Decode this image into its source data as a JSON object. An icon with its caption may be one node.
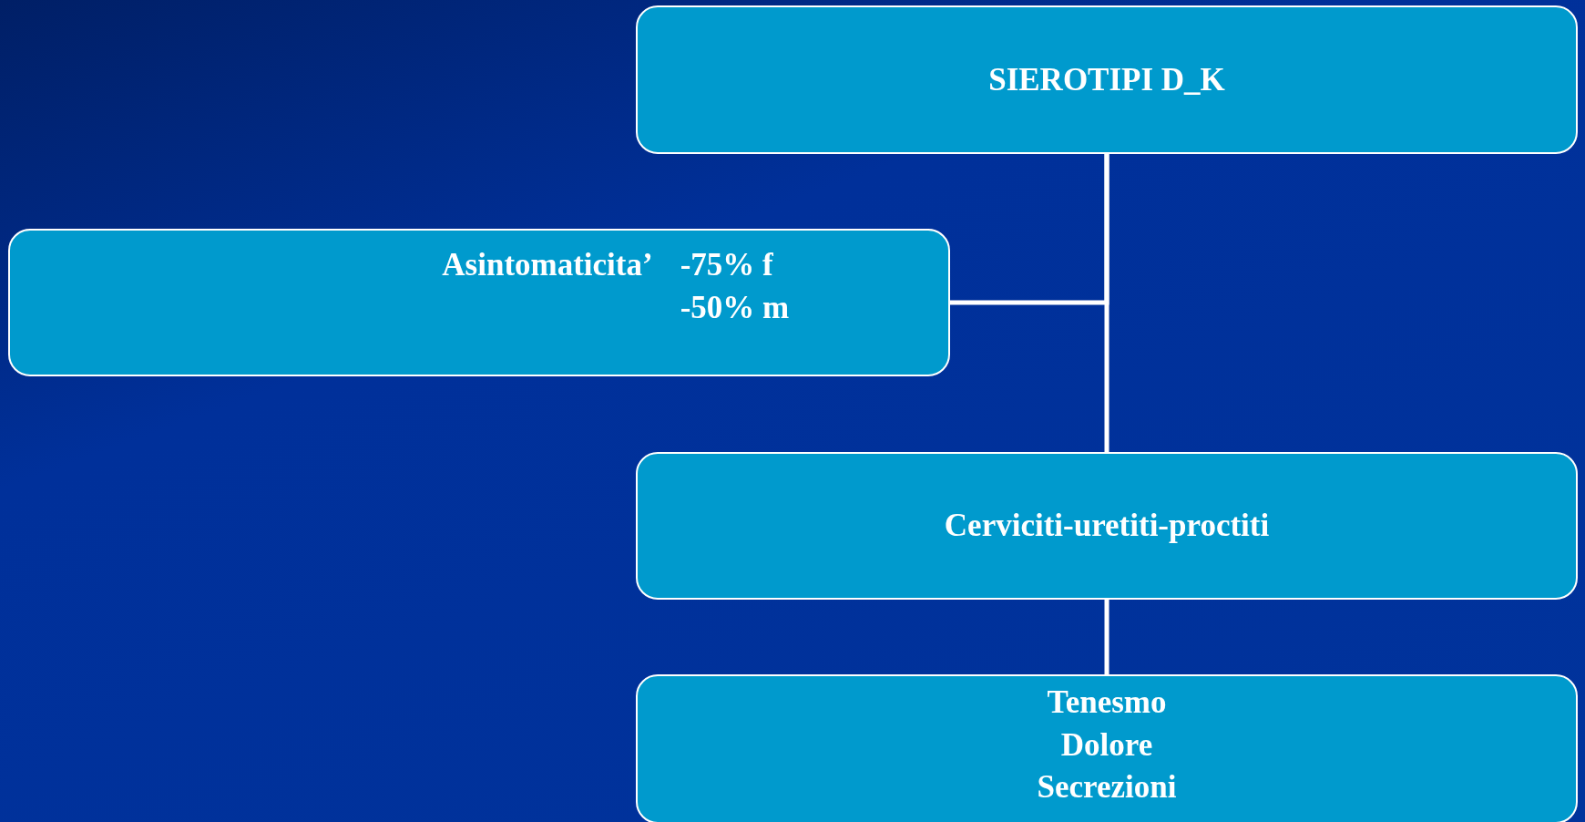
{
  "diagram": {
    "nodes": [
      {
        "text": [
          "SIEROTIPI D_K"
        ]
      },
      {
        "text": [
          "Asintomaticita’",
          "-75% f -50% m"
        ]
      },
      {
        "text": [
          "Cerviciti-uretiti-proctiti"
        ]
      },
      {
        "text": [
          "Tenesmo Dolore Secrezioni"
        ]
      }
    ],
    "edges": [
      {
        "from": 0,
        "to": 1,
        "arrow": "none"
      },
      {
        "from": 0,
        "to": 2,
        "arrow": "none"
      },
      {
        "from": 2,
        "to": 3,
        "arrow": "none"
      }
    ]
  }
}
